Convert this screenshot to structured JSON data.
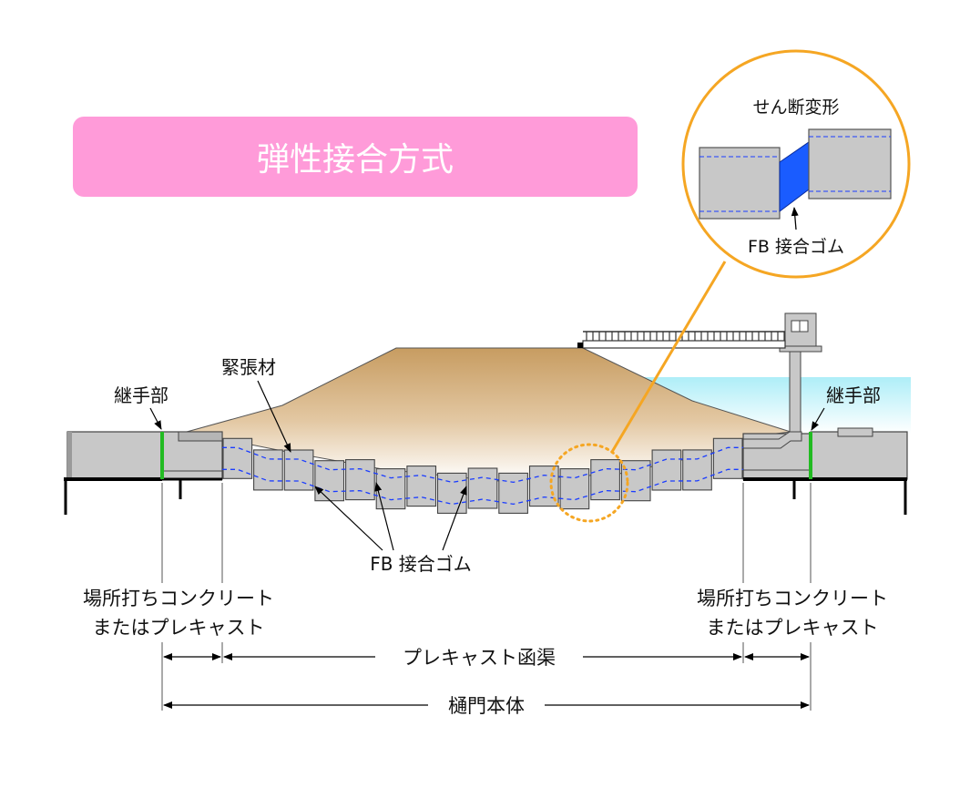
{
  "title": "弾性接合方式",
  "inset": {
    "title": "せん断変形",
    "rubber_label": "FB 接合ゴム"
  },
  "labels": {
    "joint_left": "継手部",
    "joint_right": "継手部",
    "tendon": "緊張材",
    "rubber": "FB 接合ゴム",
    "cast_left_1": "場所打ちコンクリート",
    "cast_left_2": "またはプレキャスト",
    "cast_right_1": "場所打ちコンクリート",
    "cast_right_2": "またはプレキャスト",
    "precast_culvert": "プレキャスト函渠",
    "gate_body": "樋門本体"
  },
  "colors": {
    "title_band": "#ff9bd9",
    "callout": "#f5a623",
    "rubber_blue": "#1a5cff",
    "joint_green": "#22bb22",
    "concrete": "#c8c8c8",
    "soil": "#c9a06a",
    "water": "#bff3fb"
  }
}
